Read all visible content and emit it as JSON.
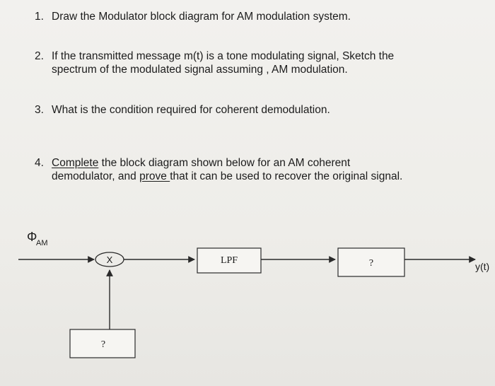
{
  "questions": [
    {
      "number": "1.",
      "lines": [
        "Draw the Modulator block diagram for AM modulation system."
      ]
    },
    {
      "number": "2.",
      "lines": [
        "If the transmitted message m(t) is a tone modulating signal, Sketch the",
        "spectrum of the modulated signal assuming , AM modulation."
      ]
    },
    {
      "number": "3.",
      "lines": [
        "What is the condition required for coherent demodulation."
      ]
    },
    {
      "number": "4.",
      "line1_parts": [
        "Complete",
        " the  block  diagram  shown  below  for  an  AM  coherent"
      ],
      "line2_parts": [
        "demodulator, and ",
        "prove ",
        "that it can be used to recover the original signal."
      ]
    }
  ],
  "diagram": {
    "input_symbol": "Φ",
    "input_subscript": "AM",
    "multiplier": "X",
    "lpf": "LPF",
    "unknown_block": "?",
    "oscillator_block": "?",
    "output": "y(t)"
  }
}
